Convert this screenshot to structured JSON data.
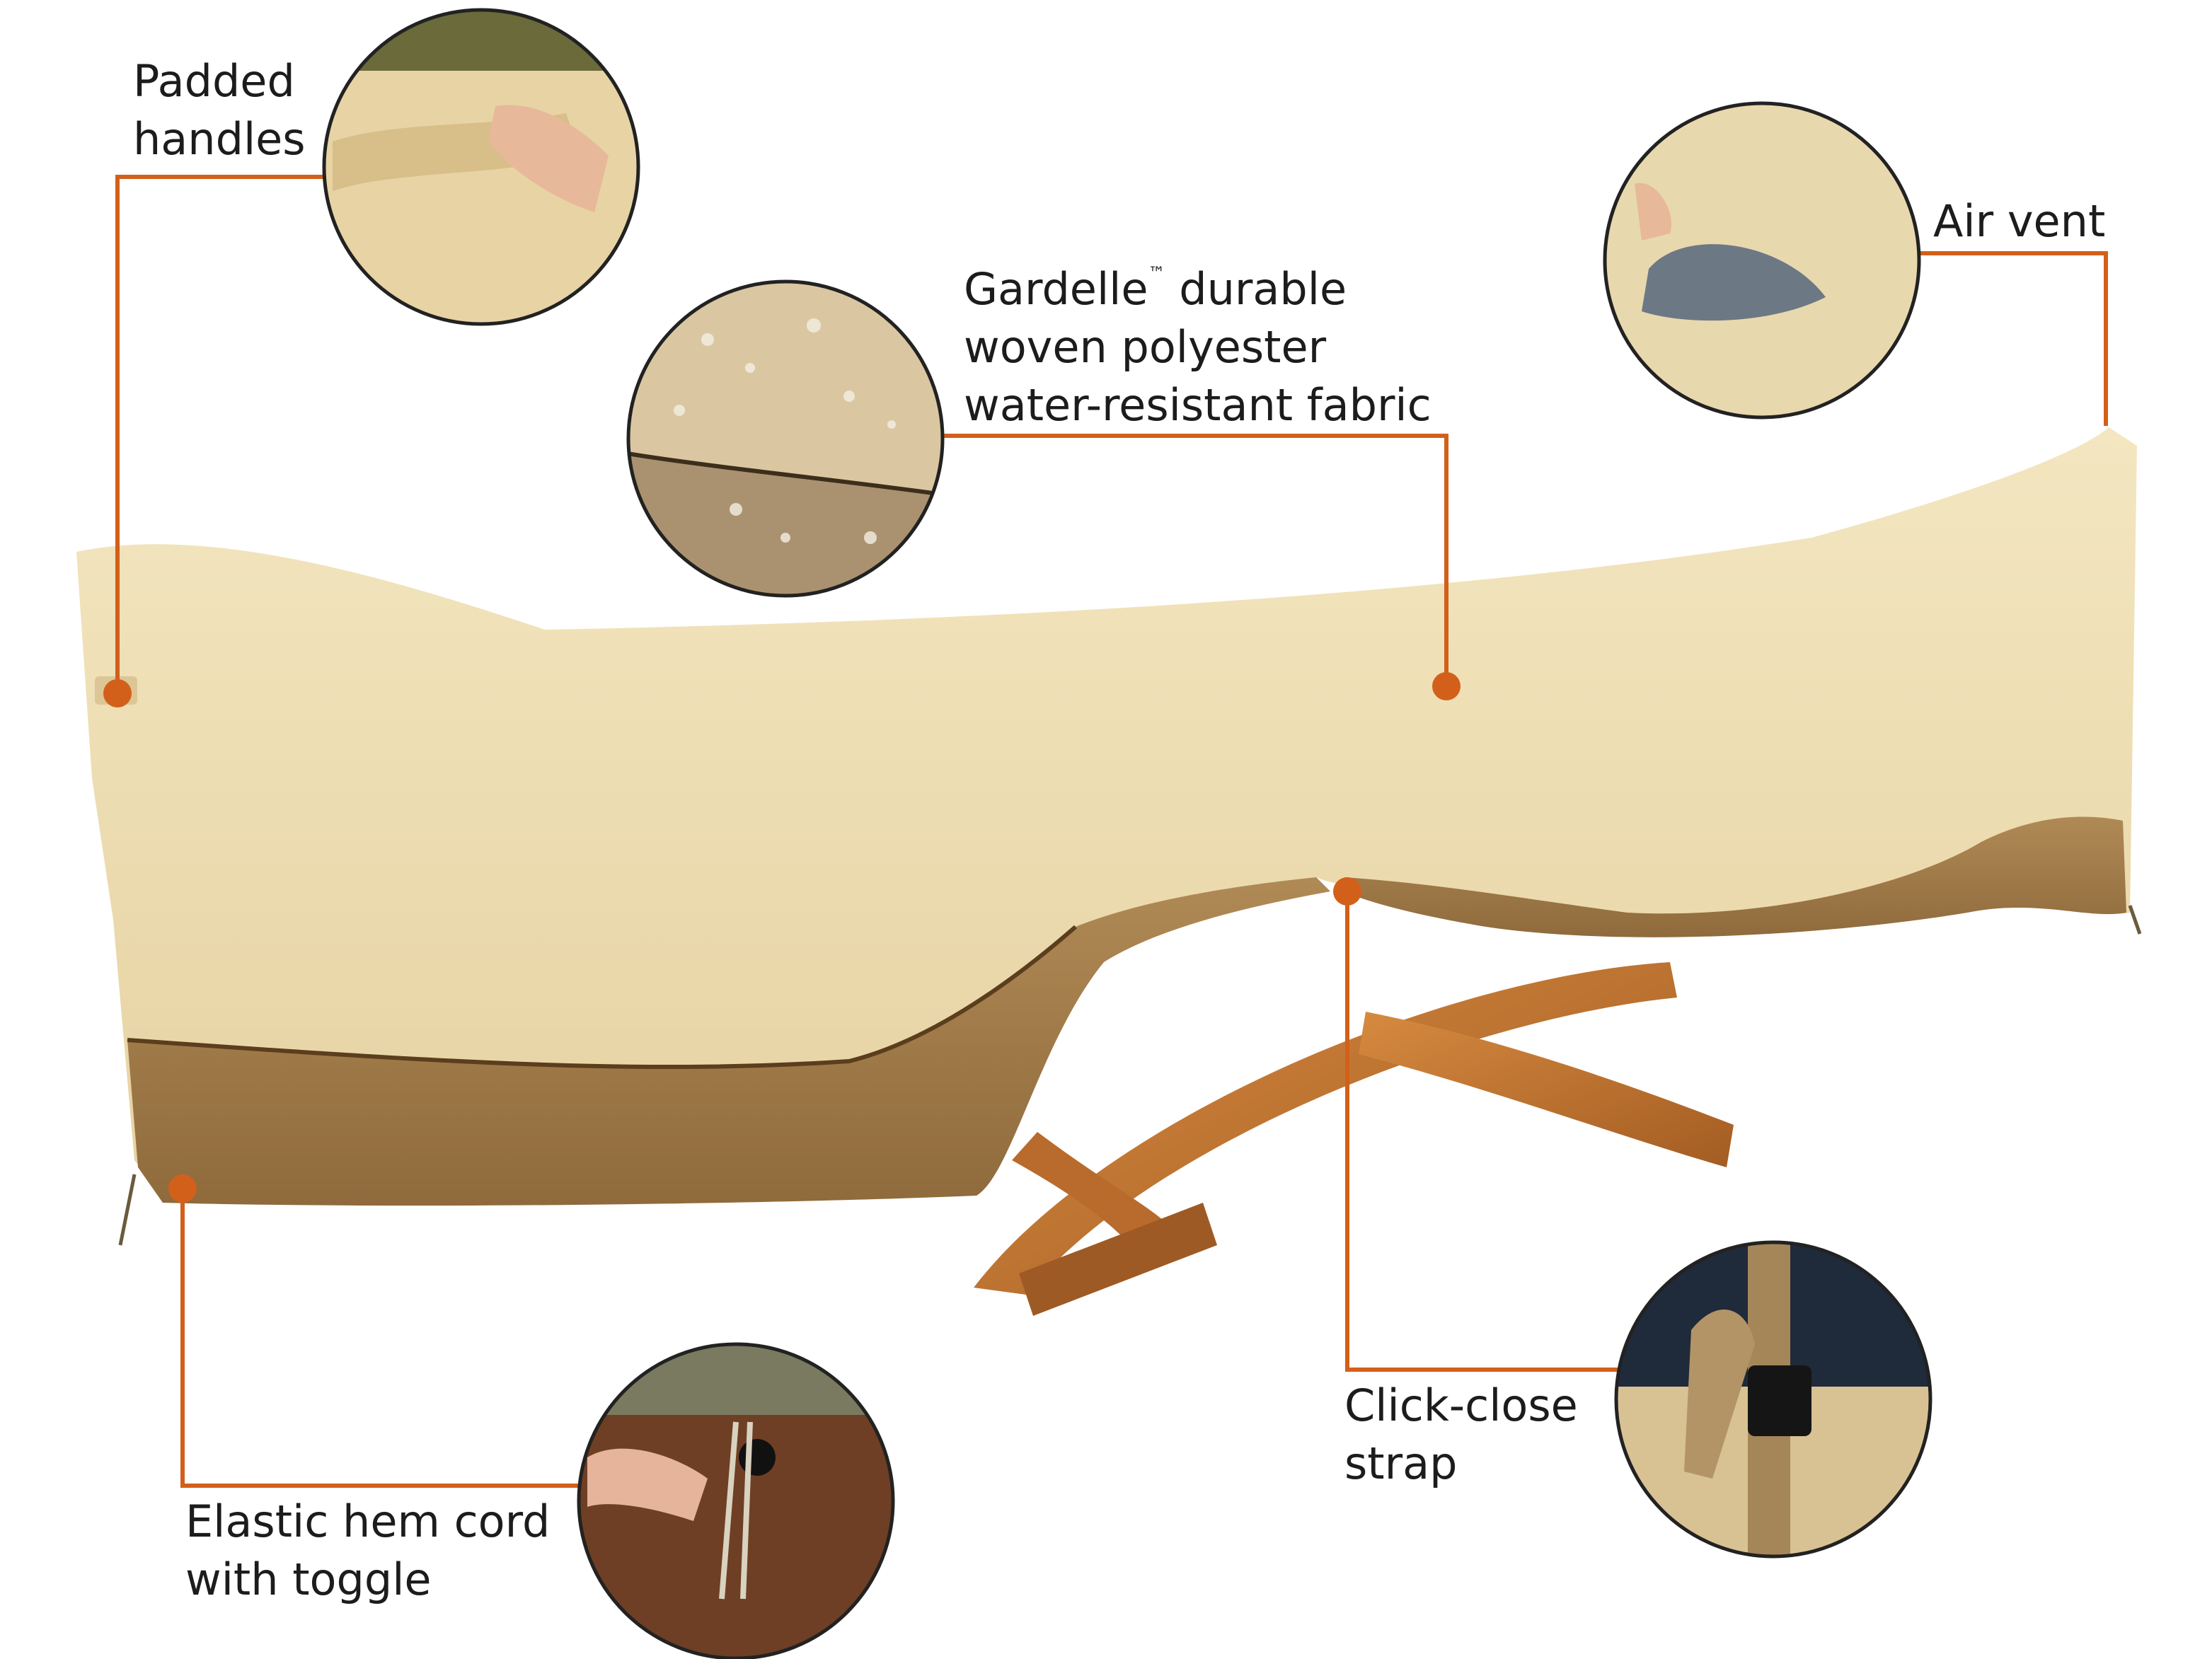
{
  "colors": {
    "callout_line": "#d2601a",
    "cover_light": "#ecdcaf",
    "cover_band": "#a37c49",
    "wood_stand": "#c27a34"
  },
  "callouts": {
    "padded_handles": {
      "line1": "Padded",
      "line2": "handles"
    },
    "fabric": {
      "line1_pre": "Gardelle",
      "line1_tm": "™",
      "line1_post": " durable",
      "line2": "woven polyester",
      "line3": "water-resistant fabric"
    },
    "air_vent": {
      "line1": "Air vent"
    },
    "click_close_strap": {
      "line1": "Click-close",
      "line2": "strap"
    },
    "elastic_hem_cord": {
      "line1": "Elastic hem cord",
      "line2": "with toggle"
    }
  }
}
